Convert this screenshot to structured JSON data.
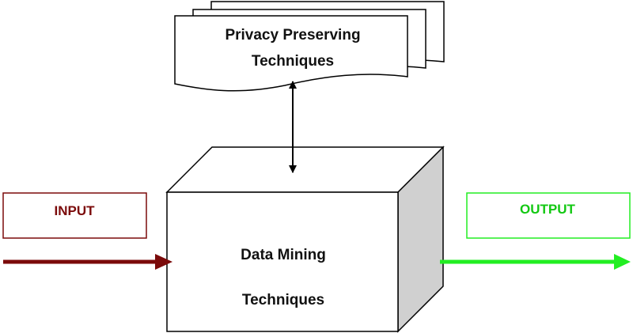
{
  "documents": {
    "line1": "Privacy Preserving",
    "line2": "Techniques"
  },
  "cube": {
    "line1": "Data Mining",
    "line2": "Techniques"
  },
  "input": {
    "label": "INPUT",
    "color": "#7b0a0a"
  },
  "output": {
    "label": "OUTPUT",
    "color": "#22ee22"
  }
}
